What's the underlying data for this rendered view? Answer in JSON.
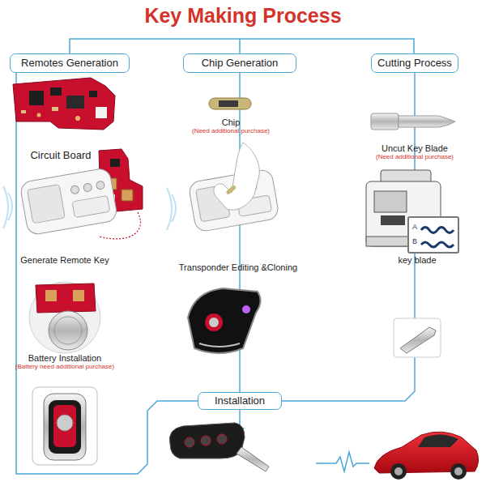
{
  "diagram": {
    "title": "Key Making Process",
    "nodes": [
      {
        "text": [
          "Remotes Generation"
        ]
      },
      {
        "text": [
          "Chip Generation"
        ]
      },
      {
        "text": [
          "Cutting Process"
        ]
      },
      {
        "text": [
          "Installation"
        ]
      }
    ],
    "edges": [
      {
        "from": 0,
        "to": 3,
        "arrow": "none"
      },
      {
        "from": 1,
        "to": 3,
        "arrow": "none"
      },
      {
        "from": 2,
        "to": 3,
        "arrow": "none"
      }
    ],
    "labels": [
      "Circuit Board",
      "Generate Remote Key",
      "Battery Installation",
      "(Battery need additional purchase)",
      "Chip",
      "(Need additional purchase)",
      "Transponder Editing &Cloning",
      "Uncut Key Blade",
      "(Need additional purchase)",
      "key blade",
      "A",
      "B"
    ]
  }
}
